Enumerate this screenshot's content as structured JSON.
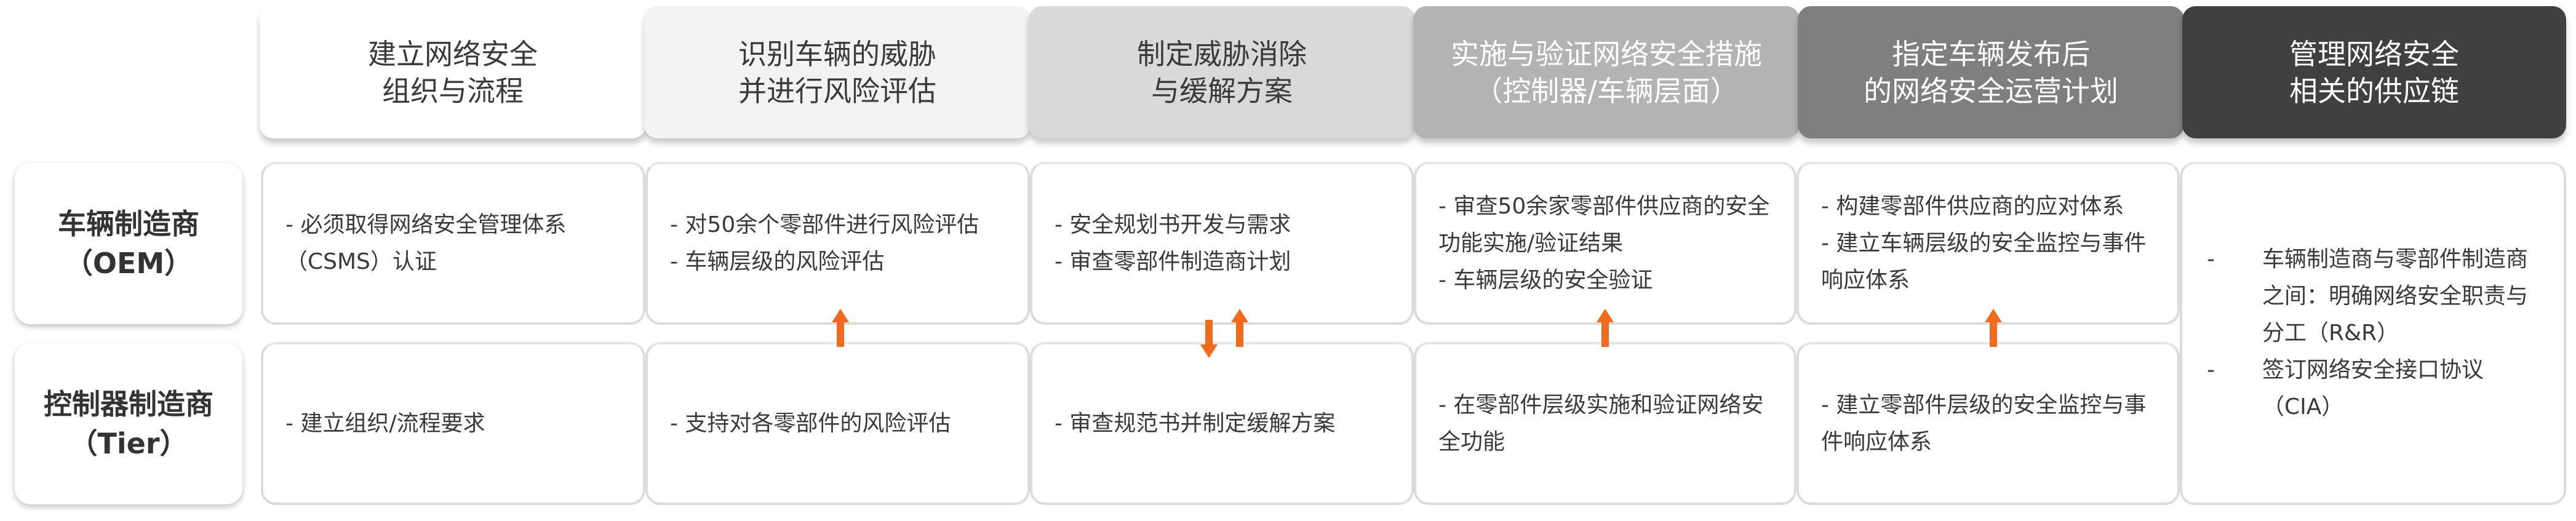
{
  "colors": {
    "arrow": "#f26a1b"
  },
  "headers": [
    {
      "text": "建立网络安全\n组织与流程",
      "bg": "#ffffff",
      "fg": "#3a3a3a"
    },
    {
      "text": "识别车辆的威胁\n并进行风险评估",
      "bg": "#f2f2f2",
      "fg": "#3a3a3a"
    },
    {
      "text": "制定威胁消除\n与缓解方案",
      "bg": "#d9d9d9",
      "fg": "#3a3a3a"
    },
    {
      "text": "实施与验证网络安全措施\n（控制器/车辆层面）",
      "bg": "#b3b3b3",
      "fg": "#ffffff"
    },
    {
      "text": "指定车辆发布后\n的网络安全运营计划",
      "bg": "#7f7f7f",
      "fg": "#ffffff"
    },
    {
      "text": "管理网络安全\n相关的供应链",
      "bg": "#404040",
      "fg": "#ffffff"
    }
  ],
  "rows": [
    {
      "label": "车辆制造商\n（OEM）",
      "cells": [
        [
          "- 必须取得网络安全管理体系（CSMS）认证"
        ],
        [
          "- 对50余个零部件进行风险评估",
          "- 车辆层级的风险评估"
        ],
        [
          "- 安全规划书开发与需求",
          "- 审查零部件制造商计划"
        ],
        [
          "- 审查50余家零部件供应商的安全功能实施/验证结果",
          "- 车辆层级的安全验证"
        ],
        [
          "- 构建零部件供应商的应对体系",
          "- 建立车辆层级的安全监控与事件响应体系"
        ]
      ]
    },
    {
      "label": "控制器制造商\n（Tier）",
      "cells": [
        [
          "- 建立组织/流程要求"
        ],
        [
          "- 支持对各零部件的风险评估"
        ],
        [
          "- 审查规范书并制定缓解方案"
        ],
        [
          "- 在零部件层级实施和验证网络安全功能"
        ],
        [
          "- 建立零部件层级的安全监控与事件响应体系"
        ]
      ]
    }
  ],
  "shared_cell": [
    {
      "dash": "-",
      "text": "车辆制造商与零部件制造商之间：明确网络安全职责与分工（R&R）"
    },
    {
      "dash": "-",
      "text": "签订网络安全接口协议（CIA）"
    }
  ]
}
